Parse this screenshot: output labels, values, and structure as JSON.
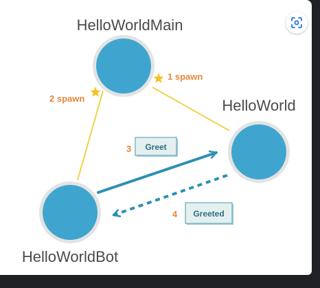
{
  "diagram": {
    "nodes": {
      "main": {
        "label": "HelloWorldMain"
      },
      "world": {
        "label": "HelloWorld"
      },
      "bot": {
        "label": "HelloWorldBot"
      }
    },
    "edges": {
      "spawn1": {
        "label": "1 spawn"
      },
      "spawn2": {
        "label": "2 spawn"
      },
      "greet": {
        "number": "3",
        "message": "Greet"
      },
      "greeted": {
        "number": "4",
        "message": "Greeted"
      }
    },
    "colors": {
      "node_fill": "#3fa5cf",
      "node_ring": "#e3e3e3",
      "node_label": "#4a4a4a",
      "spawn_line": "#efd24a",
      "star": "#f4c21f",
      "edge_label": "#e8873a",
      "message_arrow": "#2e8fb5",
      "message_box_fill": "#e4f0ef",
      "message_box_border": "#7bb7c9",
      "message_text": "#2d6f86"
    }
  },
  "toolbar": {
    "lens_icon": "google-lens-icon"
  }
}
